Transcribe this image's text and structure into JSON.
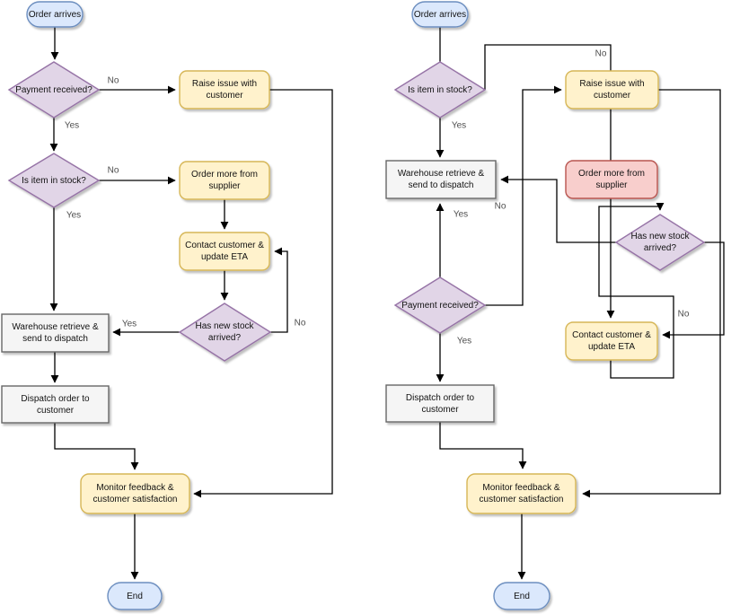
{
  "palette": {
    "terminator_fill": "#dbe8fc",
    "terminator_stroke": "#6c8ebf",
    "decision_fill": "#e1d5e7",
    "decision_stroke": "#9673a6",
    "task_fill": "#fff2cc",
    "task_stroke": "#d6b656",
    "alert_fill": "#f8cecc",
    "alert_stroke": "#b85450",
    "process_fill": "#f5f5f5",
    "process_stroke": "#666666",
    "connector": "#000000"
  },
  "left_chart": {
    "nodes": {
      "start": "Order arrives",
      "payment": "Payment received?",
      "raise_issue": "Raise issue with customer",
      "in_stock": "Is item in stock?",
      "order_more": "Order more from supplier",
      "contact": "Contact customer & update ETA",
      "new_stock": "Has new stock arrived?",
      "warehouse": "Warehouse retrieve & send to dispatch",
      "dispatch": "Dispatch order to customer",
      "monitor": "Monitor feedback  & customer satisfaction",
      "end": "End"
    },
    "labels": {
      "payment_no": "No",
      "payment_yes": "Yes",
      "stock_no": "No",
      "stock_yes": "Yes",
      "new_stock_yes": "Yes",
      "new_stock_no": "No"
    }
  },
  "right_chart": {
    "nodes": {
      "start": "Order arrives",
      "in_stock": "Is item in stock?",
      "raise_issue": "Raise issue with customer",
      "warehouse": "Warehouse retrieve & send to dispatch",
      "order_more": "Order more from supplier",
      "new_stock": "Has new stock arrived?",
      "payment": "Payment received?",
      "contact": "Contact customer & update ETA",
      "dispatch": "Dispatch order to customer",
      "monitor": "Monitor feedback  & customer satisfaction",
      "end": "End"
    },
    "labels": {
      "stock_no": "No",
      "stock_yes": "Yes",
      "payment_yes_up": "Yes",
      "payment_no": "No",
      "payment_yes_down": "Yes",
      "new_stock_no": "No"
    }
  }
}
